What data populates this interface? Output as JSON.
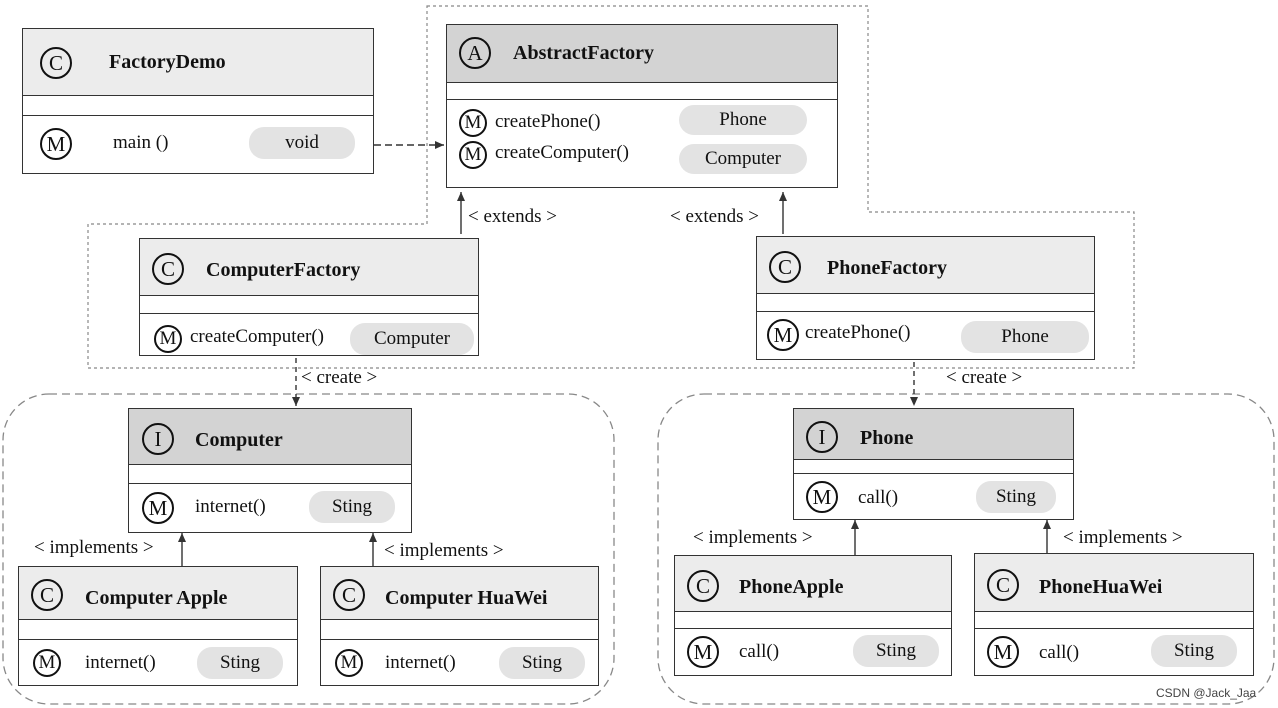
{
  "classes": {
    "factory_demo": {
      "stereotype": "C",
      "name": "FactoryDemo",
      "method_badge": "M",
      "method": "main ()",
      "type": "void"
    },
    "abstract_factory": {
      "stereotype": "A",
      "name": "AbstractFactory",
      "method_badge": "M",
      "methods": [
        {
          "name": "createPhone()",
          "type": "Phone"
        },
        {
          "name": "createComputer()",
          "type": "Computer"
        }
      ]
    },
    "computer_factory": {
      "stereotype": "C",
      "name": "ComputerFactory",
      "method_badge": "M",
      "method": "createComputer()",
      "type": "Computer"
    },
    "phone_factory": {
      "stereotype": "C",
      "name": "PhoneFactory",
      "method_badge": "M",
      "method": "createPhone()",
      "type": "Phone"
    },
    "computer": {
      "stereotype": "I",
      "name": "Computer",
      "method_badge": "M",
      "method": "internet()",
      "type": "Sting"
    },
    "phone": {
      "stereotype": "I",
      "name": "Phone",
      "method_badge": "M",
      "method": "call()",
      "type": "Sting"
    },
    "computer_apple": {
      "stereotype": "C",
      "name": "Computer Apple",
      "method_badge": "M",
      "method": "internet()",
      "type": "Sting"
    },
    "computer_huawei": {
      "stereotype": "C",
      "name": "Computer HuaWei",
      "method_badge": "M",
      "method": "internet()",
      "type": "Sting"
    },
    "phone_apple": {
      "stereotype": "C",
      "name": "PhoneApple",
      "method_badge": "M",
      "method": "call()",
      "type": "Sting"
    },
    "phone_huawei": {
      "stereotype": "C",
      "name": "PhoneHuaWei",
      "method_badge": "M",
      "method": "call()",
      "type": "Sting"
    }
  },
  "relations": {
    "extends_left": "< extends >",
    "extends_right": "< extends >",
    "create_left": "< create >",
    "create_right": "< create >",
    "implements_computer_apple": "< implements >",
    "implements_computer_huawei": "< implements >",
    "implements_phone_apple": "< implements >",
    "implements_phone_huawei": "< implements >"
  },
  "watermark": "CSDN @Jack_Jaa"
}
